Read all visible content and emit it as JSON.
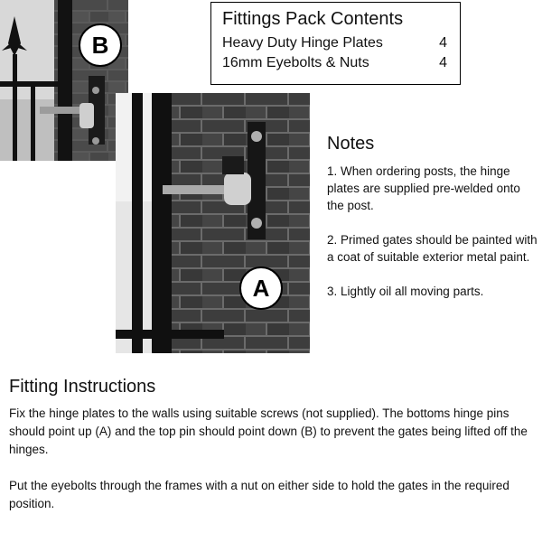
{
  "fittings_pack": {
    "title": "Fittings Pack Contents",
    "items": [
      {
        "name": "Heavy Duty Hinge Plates",
        "qty": "4"
      },
      {
        "name": "16mm Eyebolts & Nuts",
        "qty": "4"
      }
    ]
  },
  "photos": {
    "top_left": {
      "label": "B"
    },
    "center": {
      "label": "A"
    }
  },
  "notes": {
    "heading": "Notes",
    "items": [
      "1. When ordering posts, the hinge plates are supplied pre-welded onto the post.",
      "2. Primed gates should be painted with a coat of suitable exterior metal paint.",
      "3. Lightly oil all moving parts."
    ]
  },
  "fitting_instructions": {
    "heading": "Fitting Instructions",
    "paragraphs": [
      "Fix the hinge plates to the walls using suitable screws (not supplied). The bottoms hinge pins should point up (A) and the top pin should point down (B) to prevent the gates being lifted off the hinges.",
      "Put the eyebolts through the frames with a nut on either side to hold the gates in the required position."
    ]
  }
}
